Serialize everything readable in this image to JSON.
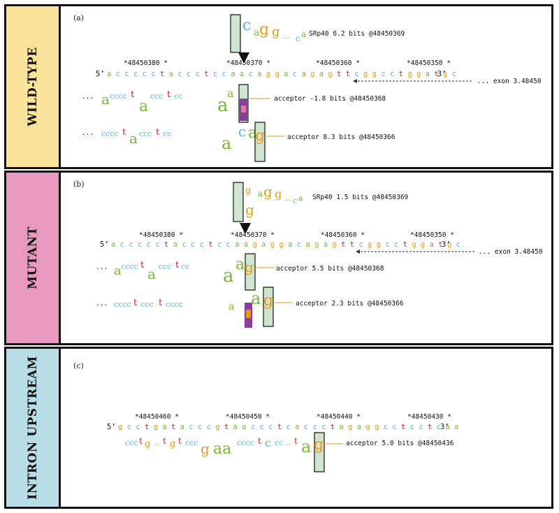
{
  "panels": [
    {
      "side_label": "WILD-TYPE",
      "side_color": "#fbe39b",
      "panel_letter": "(a)",
      "coords": [
        "*48450380 *",
        "*48450370 *",
        "*48450360 *",
        "*48450350 *"
      ],
      "seq_start": "5’",
      "seq_end": "3’",
      "sequence": "accccctaccctccaacaggacagagttcggcctggatgc",
      "exon_label": "exon 3.48450",
      "srp_label": "SRp40 6.2 bits @48450369",
      "acceptor1": "acceptor -1.8 bits @48450368",
      "acceptor2": "acceptor 8.3 bits @48450366"
    },
    {
      "side_label": "MUTANT",
      "side_color": "#e79abd",
      "panel_letter": "(b)",
      "coords": [
        "*48450380 *",
        "*48450370 *",
        "*48450360 *",
        "*48450350 *"
      ],
      "seq_start": "5’",
      "seq_end": "3’",
      "sequence": "accccctaccctccaagaggacagagttcggcctggatgc",
      "exon_label": "exon 3.48450",
      "srp_label": "SRp40 1.5 bits @48450369",
      "acceptor1": "acceptor 5.5 bits @48450368",
      "acceptor2": "acceptor 2.3 bits @48450366"
    },
    {
      "side_label": "INTRON UPSTREAM",
      "side_color": "#b8dde6",
      "panel_letter": "(c)",
      "coords": [
        "*48450460 *",
        "*48450450 *",
        "*48450440 *",
        "*48450430 *"
      ],
      "seq_start": "5’",
      "seq_end": "3’",
      "sequence": "gcctgatacccgtaaccctcaccctagaggcctcctcaa",
      "acceptor1": "acceptor 5.0 bits @48450436"
    }
  ],
  "ellipsis": "...",
  "base_colors": {
    "a": "#78b833",
    "c": "#5fb0de",
    "g": "#e39a1c",
    "t": "#c8232b"
  }
}
